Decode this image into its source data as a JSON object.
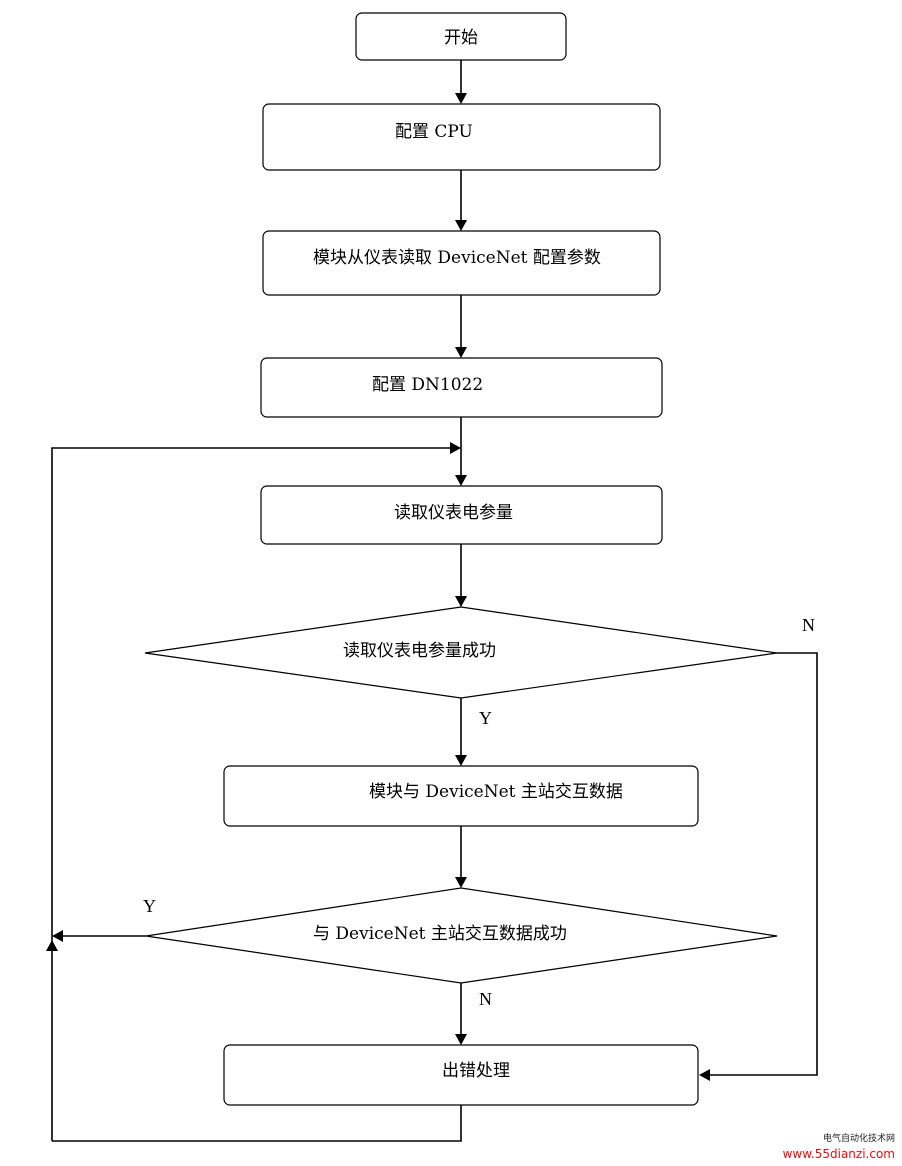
{
  "nodes": {
    "start": "开始",
    "config_cpu": "配置 CPU",
    "read_params": "模块从仪表读取 DeviceNet 配置参数",
    "config_dn": "配置 DN1022",
    "read_meter": "读取仪表电参量",
    "read_ok": "读取仪表电参量成功",
    "exchange": "模块与 DeviceNet 主站交互数据",
    "exchange_ok": "与 DeviceNet 主站交互数据成功",
    "error": "出错处理"
  },
  "branch_labels": {
    "read_ok_no": "N",
    "read_ok_yes": "Y",
    "exchange_ok_yes": "Y",
    "exchange_ok_no": "N"
  },
  "watermark": {
    "line1": "电气自动化技术网",
    "line2": "www.55dianzi.com"
  }
}
